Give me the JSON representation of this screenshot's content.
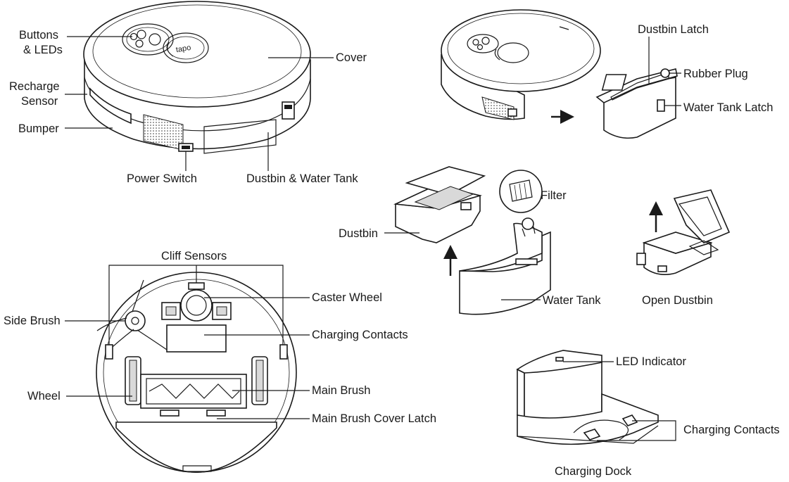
{
  "top_robot": {
    "buttons_leds_line1": "Buttons",
    "buttons_leds_line2": "& LEDs",
    "recharge_sensor_line1": "Recharge",
    "recharge_sensor_line2": "Sensor",
    "bumper": "Bumper",
    "cover": "Cover",
    "power_switch": "Power Switch",
    "dustbin_water_tank": "Dustbin & Water Tank"
  },
  "bottom_robot": {
    "cliff_sensors": "Cliff Sensors",
    "caster_wheel": "Caster Wheel",
    "side_brush": "Side Brush",
    "charging_contacts": "Charging Contacts",
    "wheel": "Wheel",
    "main_brush": "Main Brush",
    "main_brush_cover_latch": "Main Brush Cover Latch"
  },
  "removal": {
    "dustbin_latch": "Dustbin Latch",
    "rubber_plug": "Rubber Plug",
    "water_tank_latch": "Water Tank Latch"
  },
  "components": {
    "filter": "Filter",
    "dustbin": "Dustbin",
    "water_tank": "Water Tank",
    "open_dustbin": "Open Dustbin"
  },
  "dock": {
    "led_indicator": "LED Indicator",
    "charging_contacts": "Charging Contacts",
    "charging_dock": "Charging Dock"
  },
  "logo_text": "tapo"
}
